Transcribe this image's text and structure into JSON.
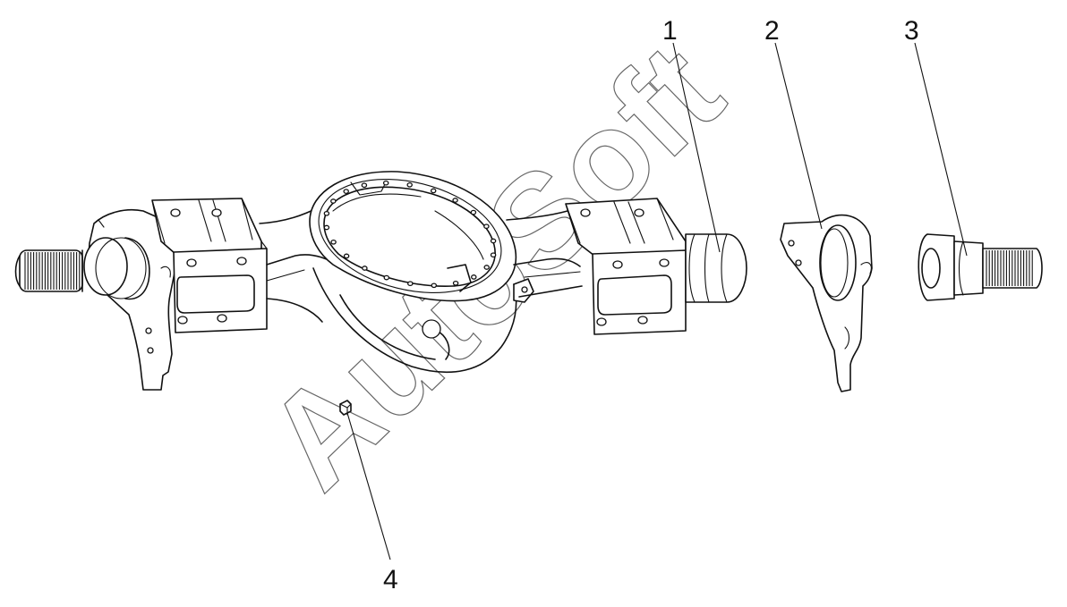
{
  "watermark": {
    "text": "AutoSoft"
  },
  "corner_mark": "",
  "callouts": [
    {
      "label": "1"
    },
    {
      "label": "2"
    },
    {
      "label": "3"
    },
    {
      "label": "4"
    }
  ]
}
